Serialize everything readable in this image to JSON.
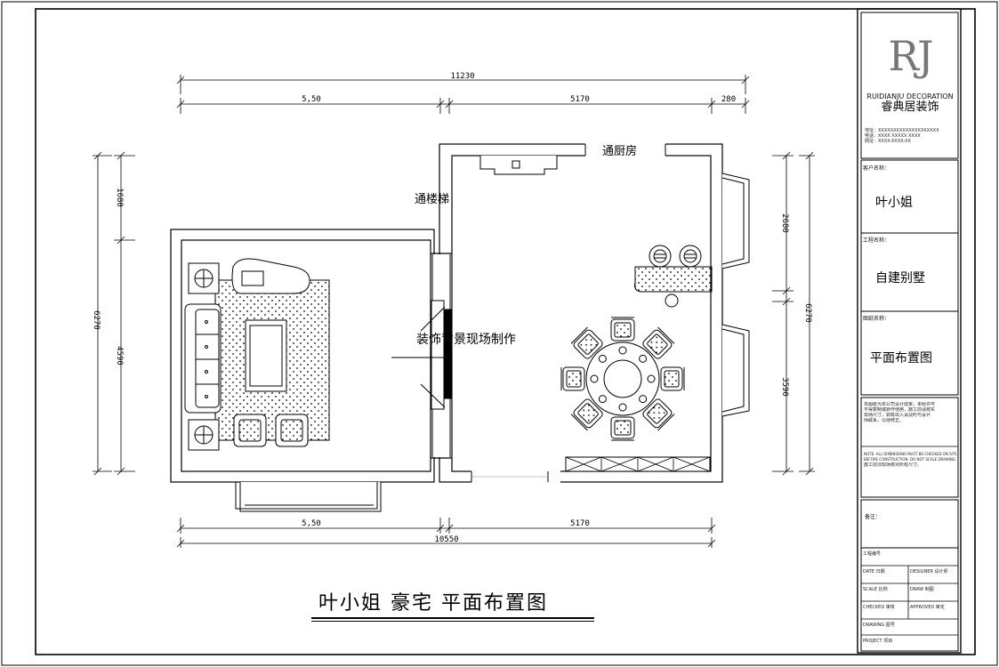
{
  "plan": {
    "dims_top": {
      "total": "11230",
      "left": "5,50",
      "mid": "5170",
      "right": "280"
    },
    "dims_bottom": {
      "total": "10550",
      "left": "5,50",
      "right": "5170"
    },
    "dims_left": {
      "total": "6270",
      "upper": "1680",
      "lower": "4590"
    },
    "dims_right": {
      "total": "6270",
      "upper": "2680",
      "lower": "3590"
    },
    "labels": {
      "kitchen": "通厨房",
      "stairs": "通楼梯",
      "wall_note": "装饰背景现场制作"
    }
  },
  "title_block": {
    "logo": "RJ",
    "company_en": "RUIDIANJU DECORATION",
    "company_cn": "睿典居装饰",
    "company_info": [
      "地址：XXXXXXXXXXXXXXXXXXXX",
      "电话：XXXX XXXXX XXXX",
      "网址：XXXX-XXXX-XX"
    ],
    "client_label": "客户名称：",
    "client_value": "叶小姐",
    "project_label": "工程名称：",
    "project_value": "自建别墅",
    "drawing_label": "图纸名称：",
    "drawing_value": "平面布置图",
    "notes": [
      "本图纸为本公司设计成果，未经许可",
      "不得复制或转作他用，施工前请核实",
      "现场尺寸，如有出入请及时与设计",
      "师联系，以便修正。"
    ],
    "notes2": [
      "NOTE: ALL DIMENSIONS MUST BE CHECKED ON SITE",
      "BEFORE CONSTRUCTION. DO NOT SCALE DRAWING.",
      "施工前须现场核对所有尺寸。"
    ],
    "remark_label": "备注：",
    "table_rows": [
      [
        "工程编号",
        ""
      ],
      [
        "DATE 日期",
        "DESIGNER 设计师"
      ],
      [
        "SCALE 比例",
        "DRAW 制图"
      ],
      [
        "CHECKED 审核",
        "APPROVED 审定"
      ],
      [
        "DRAWING 图号",
        ""
      ],
      [
        "PROJECT 项目",
        ""
      ]
    ]
  },
  "main_title": "叶小姐 豪宅 平面布置图"
}
